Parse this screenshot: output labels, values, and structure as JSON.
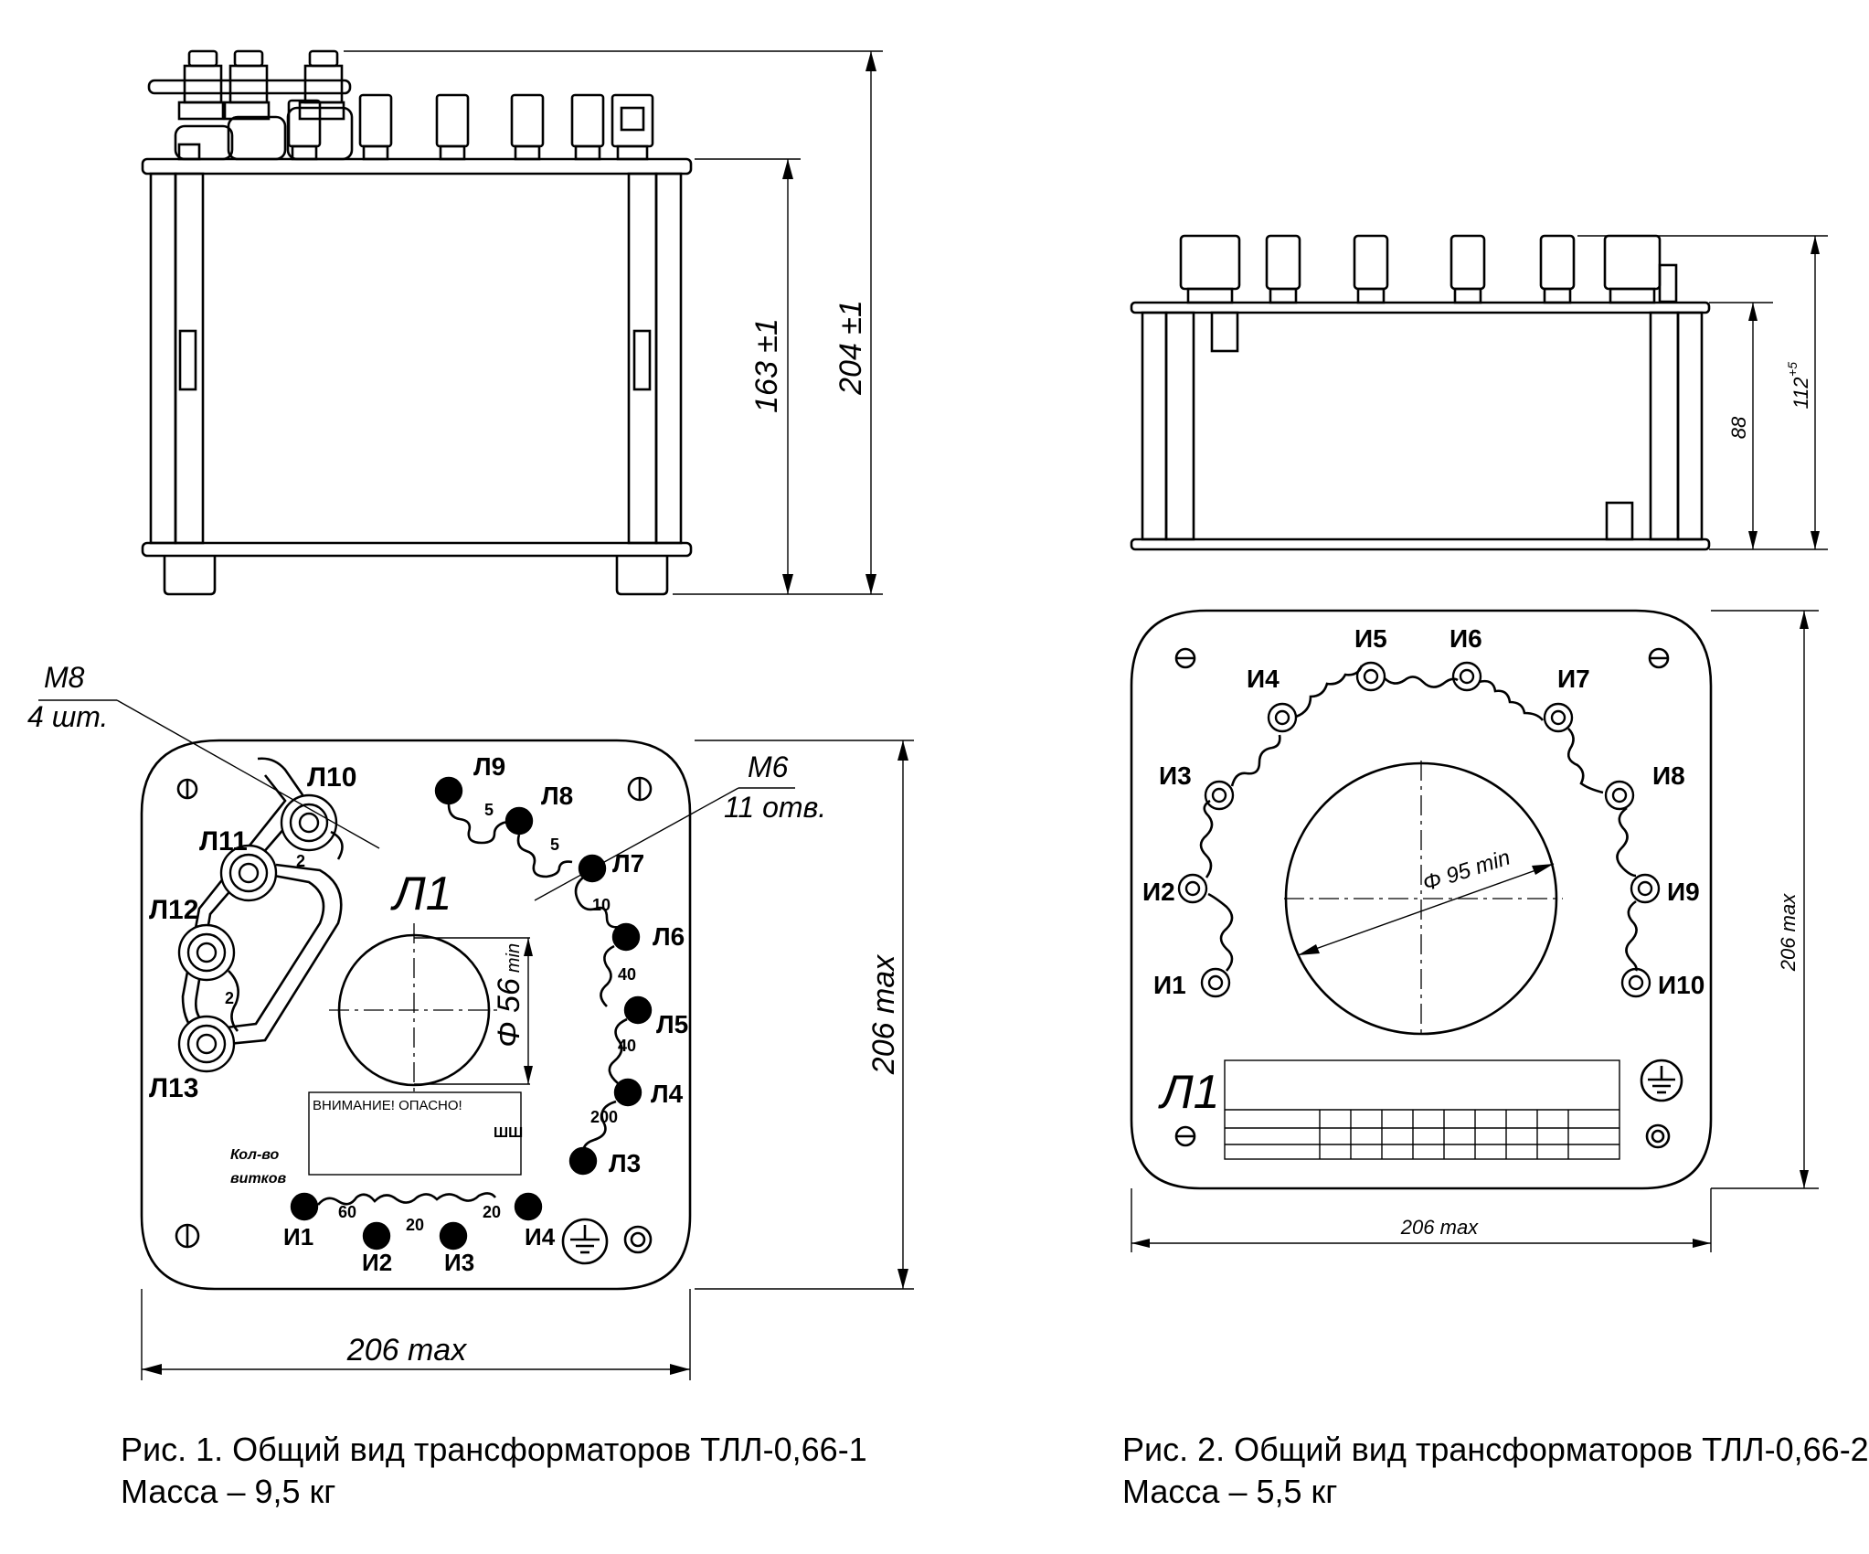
{
  "figure1": {
    "dim_height_body": "163 ±1",
    "dim_height_total": "204 ±1",
    "dim_width": "206 max",
    "dim_depth": "206 max",
    "callout_m8": "M8",
    "callout_m8_qty": "4 шт.",
    "callout_m6": "M6",
    "callout_m6_qty": "11 отв.",
    "hole_dim": "Φ 56",
    "hole_dim_suffix": "min",
    "panel_mark": "Л1",
    "warning": "ВНИМАНИЕ! ОПАСНО!",
    "plate_code": "ШШ",
    "turns_label_1": "Кол-во",
    "turns_label_2": "витков",
    "primary_terminals": [
      "Л10",
      "Л11",
      "Л12",
      "Л13"
    ],
    "secondary_upper_terminals": [
      "Л9",
      "Л8",
      "Л7",
      "Л6",
      "Л5",
      "Л4",
      "Л3"
    ],
    "secondary_lower_terminals": [
      "И1",
      "И2",
      "И3",
      "И4"
    ],
    "turns_primary": [
      "2",
      "2"
    ],
    "turns_upper": [
      "5",
      "5",
      "10",
      "40",
      "40",
      "200"
    ],
    "turns_lower": [
      "60",
      "20",
      "20"
    ]
  },
  "figure2": {
    "dim_height_body": "88",
    "dim_height_total": "112",
    "dim_height_total_tol": "+5",
    "dim_width": "206 max",
    "dim_depth": "206 max",
    "hole_dim": "Φ 95 min",
    "panel_mark": "Л1",
    "terminals": [
      "И1",
      "И2",
      "И3",
      "И4",
      "И5",
      "И6",
      "И7",
      "И8",
      "И9",
      "И10"
    ]
  },
  "captions": {
    "fig1_title": "Рис. 1. Общий вид трансформаторов ТЛЛ-0,66-1",
    "fig1_mass": "Масса – 9,5 кг",
    "fig2_title": "Рис. 2. Общий вид трансформаторов ТЛЛ-0,66-2",
    "fig2_mass": "Масса – 5,5 кг"
  }
}
